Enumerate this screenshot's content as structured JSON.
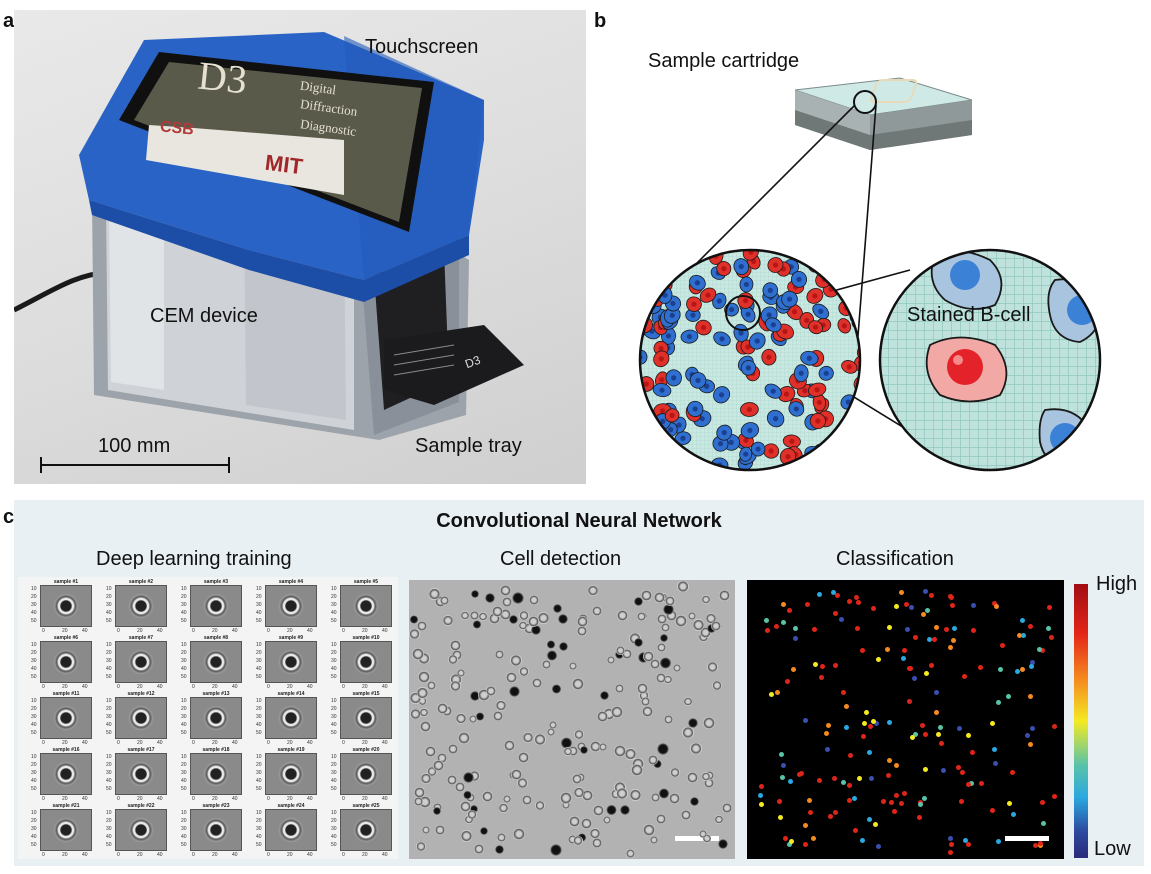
{
  "panel_a": {
    "letter": "a",
    "labels": {
      "touchscreen": "Touchscreen",
      "cem_device": "CEM device",
      "sample_tray": "Sample tray",
      "scale": "100 mm"
    },
    "screen_text": {
      "logo": "D3",
      "line1": "Digital",
      "line2": "Diffraction",
      "line3": "Diagnostic",
      "mit": "MIT",
      "csb": "CSB"
    },
    "tray_text": "D3"
  },
  "panel_b": {
    "letter": "b",
    "labels": {
      "cartridge": "Sample cartridge",
      "bcell": "Stained B-cell"
    }
  },
  "panel_c": {
    "letter": "c",
    "title": "Convolutional Neural Network",
    "subtitles": {
      "training": "Deep learning training",
      "detection": "Cell detection",
      "classification": "Classification"
    },
    "sample_titles": [
      "sample #1",
      "sample #2",
      "sample #3",
      "sample #4",
      "sample #5",
      "sample #6",
      "sample #7",
      "sample #8",
      "sample #9",
      "sample #10",
      "sample #11",
      "sample #12",
      "sample #13",
      "sample #14",
      "sample #15",
      "sample #16",
      "sample #17",
      "sample #18",
      "sample #19",
      "sample #20",
      "sample #21",
      "sample #22",
      "sample #23",
      "sample #24",
      "sample #25"
    ],
    "thumb_x_ticks": [
      "0",
      "20",
      "40"
    ],
    "thumb_y_ticks": [
      "10",
      "20",
      "30",
      "40",
      "50"
    ],
    "colorbar": {
      "high": "High",
      "low": "Low"
    },
    "colors": {
      "red_cell": "#e0302a",
      "blue_cell": "#2f6fd0",
      "panel_bg": "#e8f0f3",
      "device_blue": "#2a63c6"
    }
  }
}
